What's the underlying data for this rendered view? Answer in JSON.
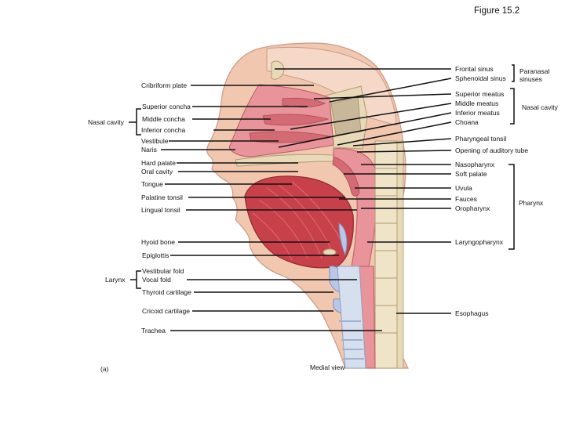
{
  "figure": {
    "title": "Figure 15.2",
    "panel_letter": "(a)",
    "view_caption": "Medial view"
  },
  "labels_left": {
    "cribriform_plate": "Cribriform plate",
    "superior_concha": "Superior concha",
    "middle_concha": "Middle concha",
    "inferior_concha": "Inferior concha",
    "vestibule": "Vestibule",
    "naris": "Naris",
    "hard_palate": "Hard palate",
    "oral_cavity": "Oral cavity",
    "tongue": "Tongue",
    "palatine_tonsil": "Palatine tonsil",
    "lingual_tonsil": "Lingual tonsil",
    "hyoid_bone": "Hyoid bone",
    "epiglottis": "Epiglottis",
    "vestibular_fold": "Vestibular fold",
    "vocal_fold": "Vocal fold",
    "thyroid_cartilage": "Thyroid cartilage",
    "cricoid_cartilage": "Cricoid cartilage",
    "trachea": "Trachea"
  },
  "labels_right": {
    "frontal_sinus": "Frontal sinus",
    "sphenoidal_sinus": "Sphenoidal sinus",
    "superior_meatus": "Superior meatus",
    "middle_meatus": "Middle meatus",
    "inferior_meatus": "Inferior meatus",
    "choana": "Choana",
    "pharyngeal_tonsil": "Pharyngeal tonsil",
    "opening_auditory_tube": "Opening of auditory tube",
    "nasopharynx": "Nasopharynx",
    "soft_palate": "Soft palate",
    "uvula": "Uvula",
    "fauces": "Fauces",
    "oropharynx": "Oropharynx",
    "laryngopharynx": "Laryngopharynx",
    "esophagus": "Esophagus"
  },
  "groups": {
    "nasal_cavity_left": "Nasal cavity",
    "larynx": "Larynx",
    "paranasal_sinuses": "Paranasal sinuses",
    "nasal_cavity_right": "Nasal cavity",
    "pharynx": "Pharynx"
  },
  "colors": {
    "skin": "#f2c7b0",
    "muscle": "#c8404a",
    "mucosa": "#e9939a",
    "bone": "#e8d9b8",
    "cartilage": "#b9c8e8",
    "trachea": "#d6dfee",
    "leader": "#111111"
  }
}
